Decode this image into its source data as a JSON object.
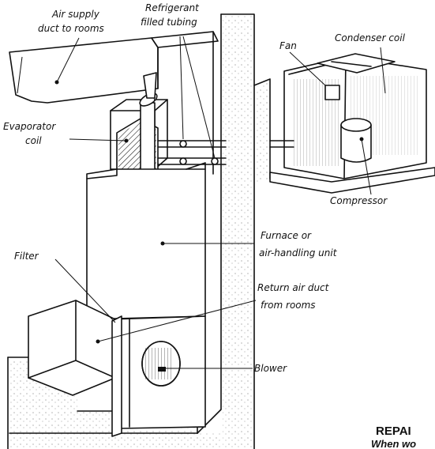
{
  "labels": {
    "air_supply_line1": "Air supply",
    "air_supply_line2": "duct to rooms",
    "refrigerant_line1": "Refrigerant",
    "refrigerant_line2": "filled tubing",
    "fan": "Fan",
    "condenser": "Condenser coil",
    "evaporator_line1": "Evaporator",
    "evaporator_line2": "coil",
    "compressor": "Compressor",
    "furnace_line1": "Furnace or",
    "furnace_line2": "air-handling unit",
    "filter": "Filter",
    "return_line1": "Return air duct",
    "return_line2": "from rooms",
    "blower": "Blower"
  },
  "footer": {
    "heading": "REPAI",
    "subline": "When wo"
  }
}
